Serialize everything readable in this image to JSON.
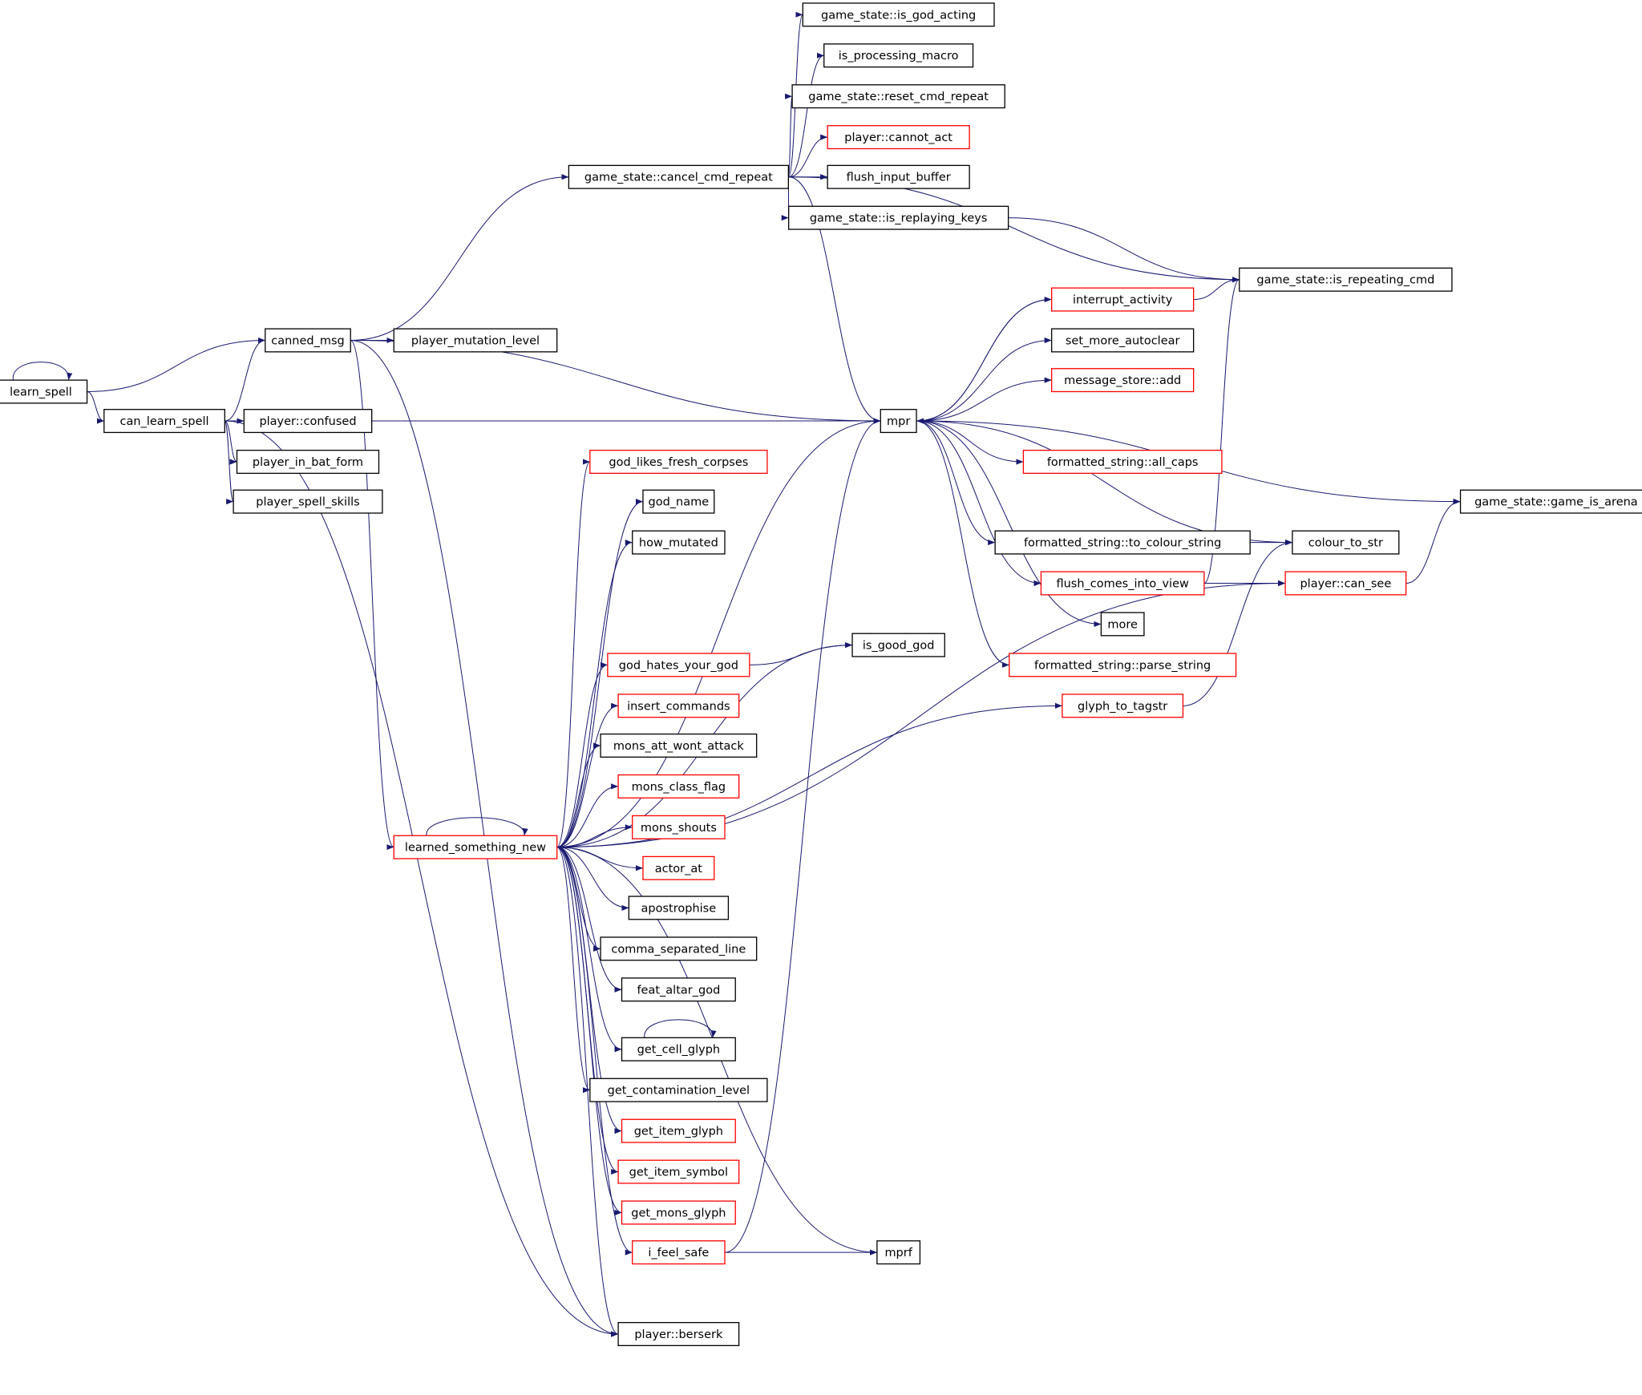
{
  "colors": {
    "edge": "#191970",
    "border_black": "#000000",
    "border_red": "#ff0000",
    "root_fill": "#bfbfbf"
  },
  "nodes": [
    {
      "id": "learn_spell",
      "label": "learn_spell",
      "style": "root"
    },
    {
      "id": "canned_msg",
      "label": "canned_msg",
      "style": "black"
    },
    {
      "id": "can_learn_spell",
      "label": "can_learn_spell",
      "style": "black"
    },
    {
      "id": "player_mutation_level",
      "label": "player_mutation_level",
      "style": "black"
    },
    {
      "id": "player_confused",
      "label": "player::confused",
      "style": "black"
    },
    {
      "id": "player_in_bat_form",
      "label": "player_in_bat_form",
      "style": "black"
    },
    {
      "id": "player_spell_skills",
      "label": "player_spell_skills",
      "style": "black"
    },
    {
      "id": "cancel_cmd_repeat",
      "label": "game_state::cancel_cmd_repeat",
      "style": "black"
    },
    {
      "id": "is_god_acting",
      "label": "game_state::is_god_acting",
      "style": "black"
    },
    {
      "id": "is_processing_macro",
      "label": "is_processing_macro",
      "style": "black"
    },
    {
      "id": "reset_cmd_repeat",
      "label": "game_state::reset_cmd_repeat",
      "style": "black"
    },
    {
      "id": "player_cannot_act",
      "label": "player::cannot_act",
      "style": "red"
    },
    {
      "id": "flush_input_buffer",
      "label": "flush_input_buffer",
      "style": "black"
    },
    {
      "id": "is_replaying_keys",
      "label": "game_state::is_replaying_keys",
      "style": "black"
    },
    {
      "id": "is_repeating_cmd",
      "label": "game_state::is_repeating_cmd",
      "style": "black"
    },
    {
      "id": "mpr",
      "label": "mpr",
      "style": "black"
    },
    {
      "id": "interrupt_activity",
      "label": "interrupt_activity",
      "style": "red"
    },
    {
      "id": "set_more_autoclear",
      "label": "set_more_autoclear",
      "style": "black"
    },
    {
      "id": "message_store_add",
      "label": "message_store::add",
      "style": "red"
    },
    {
      "id": "all_caps",
      "label": "formatted_string::all_caps",
      "style": "red"
    },
    {
      "id": "to_colour_string",
      "label": "formatted_string::to_colour_string",
      "style": "black"
    },
    {
      "id": "flush_comes_into_view",
      "label": "flush_comes_into_view",
      "style": "red"
    },
    {
      "id": "more",
      "label": "more",
      "style": "black"
    },
    {
      "id": "parse_string",
      "label": "formatted_string::parse_string",
      "style": "red"
    },
    {
      "id": "glyph_to_tagstr",
      "label": "glyph_to_tagstr",
      "style": "red"
    },
    {
      "id": "colour_to_str",
      "label": "colour_to_str",
      "style": "black"
    },
    {
      "id": "player_can_see",
      "label": "player::can_see",
      "style": "red"
    },
    {
      "id": "game_is_arena",
      "label": "game_state::game_is_arena",
      "style": "black"
    },
    {
      "id": "god_likes_fresh_corpses",
      "label": "god_likes_fresh_corpses",
      "style": "red"
    },
    {
      "id": "god_name",
      "label": "god_name",
      "style": "black"
    },
    {
      "id": "how_mutated",
      "label": "how_mutated",
      "style": "black"
    },
    {
      "id": "is_good_god",
      "label": "is_good_god",
      "style": "black"
    },
    {
      "id": "god_hates_your_god",
      "label": "god_hates_your_god",
      "style": "red"
    },
    {
      "id": "insert_commands",
      "label": "insert_commands",
      "style": "red"
    },
    {
      "id": "mons_att_wont_attack",
      "label": "mons_att_wont_attack",
      "style": "black"
    },
    {
      "id": "mons_class_flag",
      "label": "mons_class_flag",
      "style": "red"
    },
    {
      "id": "mons_shouts",
      "label": "mons_shouts",
      "style": "red"
    },
    {
      "id": "learned_something_new",
      "label": "learned_something_new",
      "style": "red"
    },
    {
      "id": "actor_at",
      "label": "actor_at",
      "style": "red"
    },
    {
      "id": "apostrophise",
      "label": "apostrophise",
      "style": "black"
    },
    {
      "id": "comma_separated_line",
      "label": "comma_separated_line",
      "style": "black"
    },
    {
      "id": "feat_altar_god",
      "label": "feat_altar_god",
      "style": "black"
    },
    {
      "id": "get_cell_glyph",
      "label": "get_cell_glyph",
      "style": "black"
    },
    {
      "id": "get_contamination_level",
      "label": "get_contamination_level",
      "style": "black"
    },
    {
      "id": "get_item_glyph",
      "label": "get_item_glyph",
      "style": "red"
    },
    {
      "id": "get_item_symbol",
      "label": "get_item_symbol",
      "style": "red"
    },
    {
      "id": "get_mons_glyph",
      "label": "get_mons_glyph",
      "style": "red"
    },
    {
      "id": "i_feel_safe",
      "label": "i_feel_safe",
      "style": "red"
    },
    {
      "id": "mprf",
      "label": "mprf",
      "style": "black"
    },
    {
      "id": "player_berserk",
      "label": "player::berserk",
      "style": "black"
    }
  ],
  "edges": [
    [
      "learn_spell",
      "learn_spell"
    ],
    [
      "learn_spell",
      "canned_msg"
    ],
    [
      "learn_spell",
      "can_learn_spell"
    ],
    [
      "canned_msg",
      "cancel_cmd_repeat"
    ],
    [
      "canned_msg",
      "player_mutation_level"
    ],
    [
      "canned_msg",
      "mpr"
    ],
    [
      "canned_msg",
      "learned_something_new"
    ],
    [
      "canned_msg",
      "player_berserk"
    ],
    [
      "can_learn_spell",
      "canned_msg"
    ],
    [
      "can_learn_spell",
      "player_confused"
    ],
    [
      "can_learn_spell",
      "player_in_bat_form"
    ],
    [
      "can_learn_spell",
      "player_spell_skills"
    ],
    [
      "can_learn_spell",
      "mpr"
    ],
    [
      "can_learn_spell",
      "player_berserk"
    ],
    [
      "cancel_cmd_repeat",
      "is_god_acting"
    ],
    [
      "cancel_cmd_repeat",
      "is_processing_macro"
    ],
    [
      "cancel_cmd_repeat",
      "reset_cmd_repeat"
    ],
    [
      "cancel_cmd_repeat",
      "player_cannot_act"
    ],
    [
      "cancel_cmd_repeat",
      "flush_input_buffer"
    ],
    [
      "cancel_cmd_repeat",
      "is_replaying_keys"
    ],
    [
      "cancel_cmd_repeat",
      "is_repeating_cmd"
    ],
    [
      "cancel_cmd_repeat",
      "mpr"
    ],
    [
      "is_replaying_keys",
      "is_repeating_cmd"
    ],
    [
      "mpr",
      "interrupt_activity"
    ],
    [
      "mpr",
      "set_more_autoclear"
    ],
    [
      "mpr",
      "message_store_add"
    ],
    [
      "mpr",
      "all_caps"
    ],
    [
      "mpr",
      "to_colour_string"
    ],
    [
      "mpr",
      "flush_comes_into_view"
    ],
    [
      "mpr",
      "more"
    ],
    [
      "mpr",
      "parse_string"
    ],
    [
      "mpr",
      "colour_to_str"
    ],
    [
      "mpr",
      "game_is_arena"
    ],
    [
      "interrupt_activity",
      "mpr"
    ],
    [
      "interrupt_activity",
      "is_repeating_cmd"
    ],
    [
      "to_colour_string",
      "colour_to_str"
    ],
    [
      "flush_comes_into_view",
      "is_repeating_cmd"
    ],
    [
      "flush_comes_into_view",
      "player_can_see"
    ],
    [
      "glyph_to_tagstr",
      "colour_to_str"
    ],
    [
      "player_can_see",
      "game_is_arena"
    ],
    [
      "god_hates_your_god",
      "is_good_god"
    ],
    [
      "learned_something_new",
      "learned_something_new"
    ],
    [
      "learned_something_new",
      "mpr"
    ],
    [
      "learned_something_new",
      "god_likes_fresh_corpses"
    ],
    [
      "learned_something_new",
      "god_name"
    ],
    [
      "learned_something_new",
      "how_mutated"
    ],
    [
      "learned_something_new",
      "is_good_god"
    ],
    [
      "learned_something_new",
      "god_hates_your_god"
    ],
    [
      "learned_something_new",
      "insert_commands"
    ],
    [
      "learned_something_new",
      "mons_att_wont_attack"
    ],
    [
      "learned_something_new",
      "mons_class_flag"
    ],
    [
      "learned_something_new",
      "mons_shouts"
    ],
    [
      "learned_something_new",
      "actor_at"
    ],
    [
      "learned_something_new",
      "apostrophise"
    ],
    [
      "learned_something_new",
      "comma_separated_line"
    ],
    [
      "learned_something_new",
      "feat_altar_god"
    ],
    [
      "learned_something_new",
      "get_cell_glyph"
    ],
    [
      "learned_something_new",
      "get_contamination_level"
    ],
    [
      "learned_something_new",
      "get_item_glyph"
    ],
    [
      "learned_something_new",
      "get_item_symbol"
    ],
    [
      "learned_something_new",
      "get_mons_glyph"
    ],
    [
      "learned_something_new",
      "i_feel_safe"
    ],
    [
      "learned_something_new",
      "mprf"
    ],
    [
      "learned_something_new",
      "player_berserk"
    ],
    [
      "learned_something_new",
      "player_can_see"
    ],
    [
      "learned_something_new",
      "glyph_to_tagstr"
    ],
    [
      "get_cell_glyph",
      "get_cell_glyph"
    ],
    [
      "i_feel_safe",
      "mpr"
    ],
    [
      "i_feel_safe",
      "mprf"
    ]
  ]
}
